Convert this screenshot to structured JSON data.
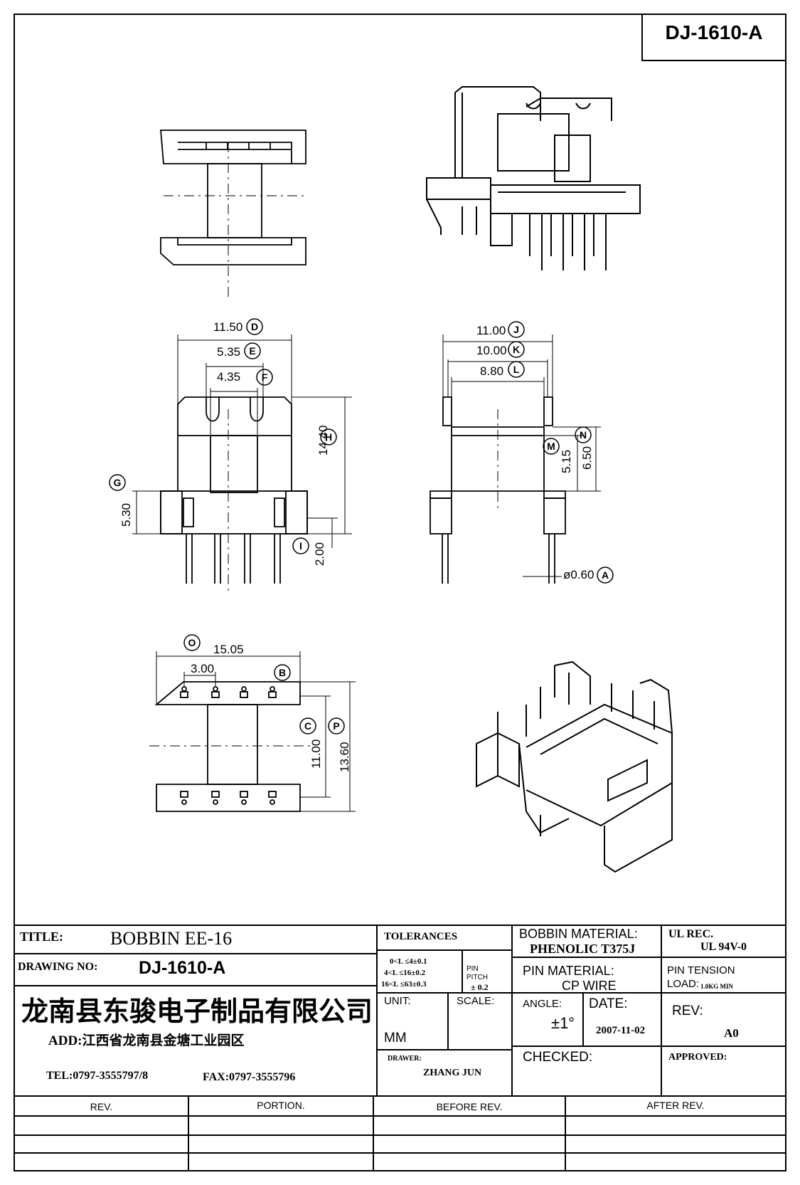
{
  "drawing_code": "DJ-1610-A",
  "dimensions": {
    "D": "11.50",
    "E": "5.35",
    "F": "4.35",
    "H": "14.40",
    "G": "5.30",
    "I": "2.00",
    "J": "11.00",
    "K": "10.00",
    "L": "8.80",
    "M": "5.15",
    "N": "6.50",
    "A": "ø0.60",
    "O": "15.05",
    "B": "3.00",
    "C": "11.00",
    "P": "13.60"
  },
  "callouts": [
    "A",
    "B",
    "C",
    "D",
    "E",
    "F",
    "G",
    "H",
    "I",
    "J",
    "K",
    "L",
    "M",
    "N",
    "O",
    "P"
  ],
  "title_block": {
    "title_label": "TITLE:",
    "title_value": "BOBBIN EE-16",
    "drawing_no_label": "DRAWING NO:",
    "drawing_no_value": "DJ-1610-A",
    "company": "龙南县东骏电子制品有限公司",
    "address": "ADD:江西省龙南县金塘工业园区",
    "tel": "TEL:0797-3555797/8",
    "fax": "FAX:0797-3555796",
    "tolerances_label": "TOLERANCES",
    "tol_lines": [
      "0<L ≤4±0.1",
      "4<L ≤16±0.2",
      "16<L ≤63±0.3"
    ],
    "pin_pitch_label": "PIN PITCH",
    "pin_pitch_value": "± 0.2",
    "unit_label": "UNIT:",
    "unit_value": "MM",
    "scale_label": "SCALE:",
    "drawer_label": "DRAWER:",
    "drawer_value": "ZHANG JUN",
    "bobbin_material_label": "BOBBIN MATERIAL:",
    "bobbin_material_value": "PHENOLIC T375J",
    "pin_material_label": "PIN MATERIAL:",
    "pin_material_value": "CP WIRE",
    "angle_label": "ANGLE:",
    "angle_value": "±1°",
    "date_label": "DATE:",
    "date_value": "2007-11-02",
    "checked_label": "CHECKED:",
    "ul_label": "UL REC.",
    "ul_value": "UL 94V-0",
    "pin_tension_label": "PIN TENSION",
    "load_label": "LOAD:",
    "load_value": "1.0KG MIN",
    "rev_label": "REV:",
    "rev_value": "A0",
    "approved_label": "APPROVED:"
  },
  "revision_table": {
    "headers": [
      "REV.",
      "PORTION.",
      "BEFORE REV.",
      "AFTER REV."
    ]
  }
}
